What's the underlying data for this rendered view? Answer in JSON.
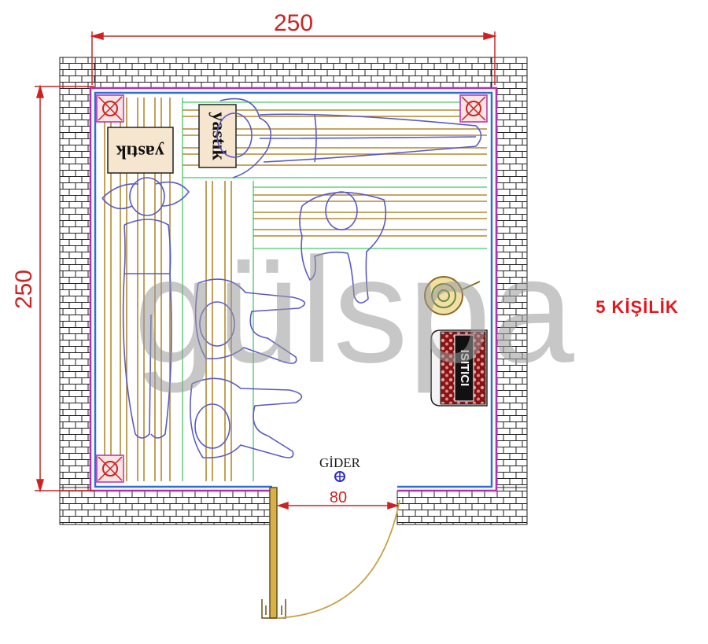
{
  "dimensions": {
    "width": "250",
    "depth": "250",
    "door": "80"
  },
  "labels": {
    "capacity": "5 KİŞİLİK",
    "drain": "GİDER",
    "pillow_left": "yastık",
    "pillow_top": "yastık",
    "heater": "ISITICI",
    "watermark": "gülspa"
  },
  "icons": [
    "brick-wall-pattern",
    "corner-lamp-icon",
    "heater-stones-icon",
    "sauna-bucket-icon",
    "drain-icon",
    "door-swing-arc"
  ],
  "colors": {
    "dimension": "#cc2222",
    "capacity": "#e8141b",
    "wall_inner": "#2a6fd6",
    "wall_outer": "#b52fb5",
    "bench_wood": "#b38a2e",
    "bench_edge": "#49c769",
    "person_outline": "#5a5ac8",
    "heater_stones": "#c62222"
  }
}
